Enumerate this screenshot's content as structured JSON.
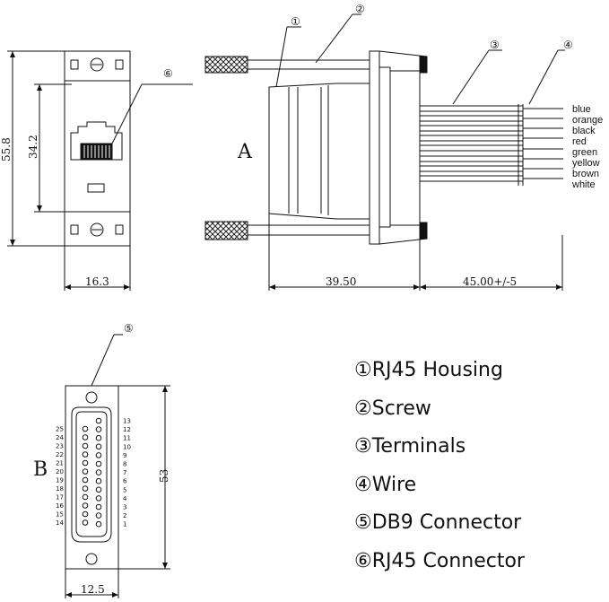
{
  "callouts": {
    "c1": "①",
    "c2": "②",
    "c3": "③",
    "c4": "④",
    "c5": "⑤",
    "c6": "⑥"
  },
  "views": {
    "a": "A",
    "b": "B"
  },
  "dimensions": {
    "front_height": "55.8",
    "front_inner_height": "34.2",
    "front_width": "16.3",
    "side_body": "39.50",
    "side_wire": "45.00+/-5",
    "db_height": "53",
    "db_width": "12.5"
  },
  "wire_colors": [
    "blue",
    "orange",
    "black",
    "red",
    "green",
    "yellow",
    "brown",
    "white"
  ],
  "pins_left": [
    "25",
    "24",
    "23",
    "22",
    "21",
    "20",
    "19",
    "18",
    "17",
    "16",
    "15",
    "14"
  ],
  "pins_right": [
    "13",
    "12",
    "11",
    "10",
    "9",
    "8",
    "7",
    "6",
    "5",
    "4",
    "3",
    "2",
    "1"
  ],
  "legend": [
    {
      "mark": "①",
      "label": "RJ45 Housing"
    },
    {
      "mark": "②",
      "label": "Screw"
    },
    {
      "mark": "③",
      "label": "Terminals"
    },
    {
      "mark": "④",
      "label": "Wire"
    },
    {
      "mark": "⑤",
      "label": "DB9 Connector"
    },
    {
      "mark": "⑥",
      "label": "RJ45 Connector"
    }
  ]
}
